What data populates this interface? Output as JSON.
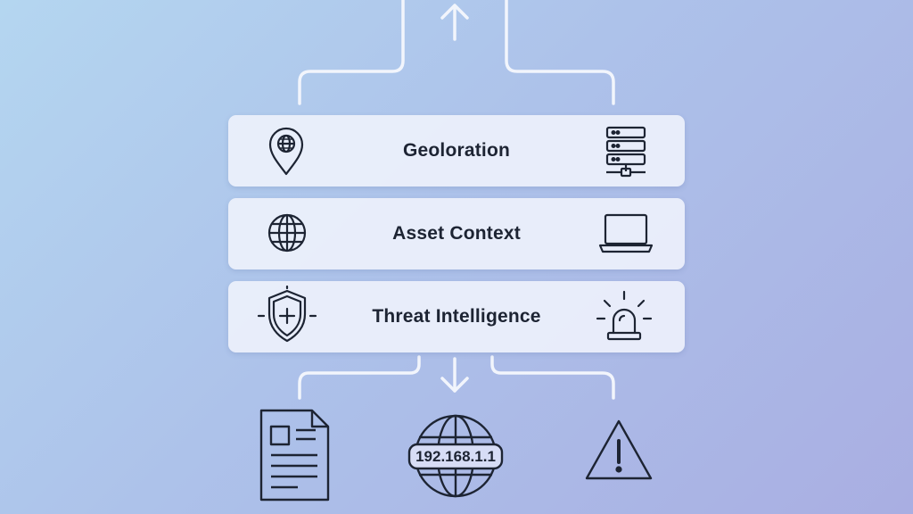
{
  "layers": [
    {
      "label": "Geoloration",
      "left_icon": "location-pin-globe-icon",
      "right_icon": "server-rack-icon"
    },
    {
      "label": "Asset Context",
      "left_icon": "globe-icon",
      "right_icon": "laptop-icon"
    },
    {
      "label": "Threat Intelligence",
      "left_icon": "shield-plus-icon",
      "right_icon": "alarm-siren-icon"
    }
  ],
  "outputs": [
    {
      "icon": "document-icon"
    },
    {
      "icon": "globe-ip-icon",
      "label": "192.168.1.1"
    },
    {
      "icon": "warning-triangle-icon"
    }
  ],
  "colors": {
    "line": "#f2f5fc",
    "ink": "#1d2433",
    "card": "#eef2fc"
  }
}
